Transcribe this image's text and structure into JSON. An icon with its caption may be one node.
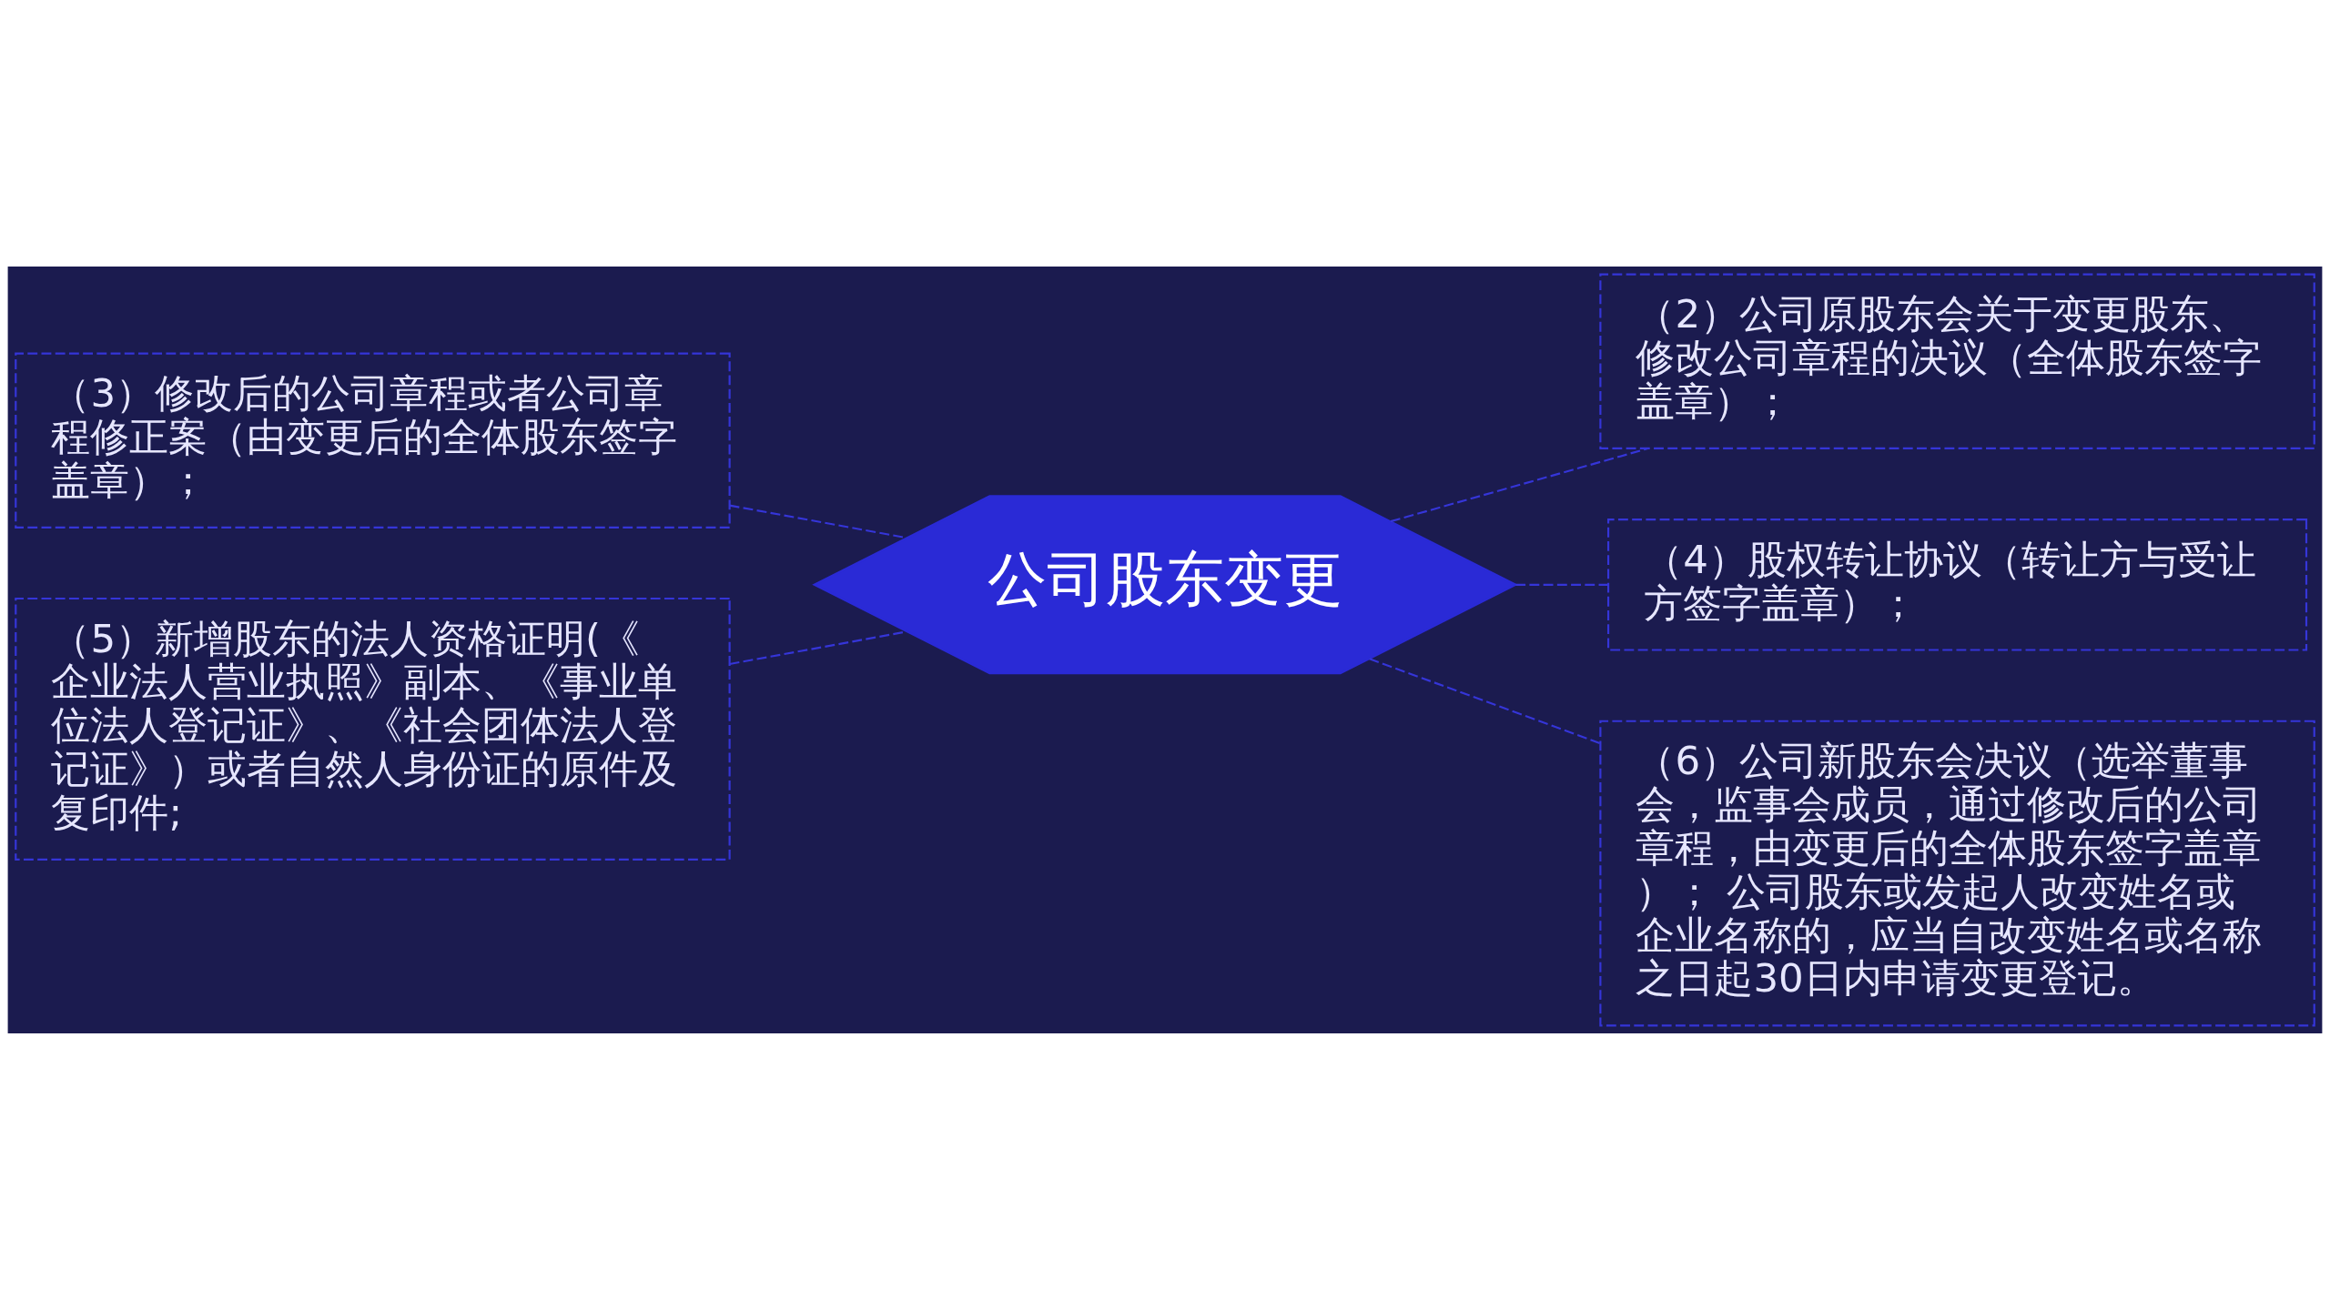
{
  "diagram": {
    "nodes": [
      {
        "text": [
          "公司股东变更"
        ]
      },
      {
        "text": [
          "（3）修改后的公司章程或者公司章程修正案（由变更后的全体股东签字盖章）；"
        ]
      },
      {
        "text": [
          "（5）新增股东的法人资格证明(《企业法人营业执照》副本、《事业单位法人登记证》、《社会团体法人登记证》）或者自然人身份证的原件及复印件;"
        ]
      },
      {
        "text": [
          "（2）公司原股东会关于变更股东、修改公司章程的决议（全体股东签字盖章）；"
        ]
      },
      {
        "text": [
          "（4）股权转让协议（转让方与受让方签字盖章）；"
        ]
      },
      {
        "text": [
          "（6）公司新股东会决议（选举董事会，监事会成员，通过修改后的公司章程，由变更后的全体股东签字盖章）； 公司股东或发起人改变姓名或企业名称的，应当自改变姓名或名称之日起30日内申请变更登记。"
        ]
      }
    ],
    "edges": [
      {
        "from": 0,
        "to": 1,
        "arrow": "none",
        "style": "dashed"
      },
      {
        "from": 0,
        "to": 2,
        "arrow": "none",
        "style": "dashed"
      },
      {
        "from": 0,
        "to": 3,
        "arrow": "none",
        "style": "dashed"
      },
      {
        "from": 0,
        "to": 4,
        "arrow": "none",
        "style": "dashed"
      },
      {
        "from": 0,
        "to": 5,
        "arrow": "none",
        "style": "dashed"
      }
    ]
  }
}
